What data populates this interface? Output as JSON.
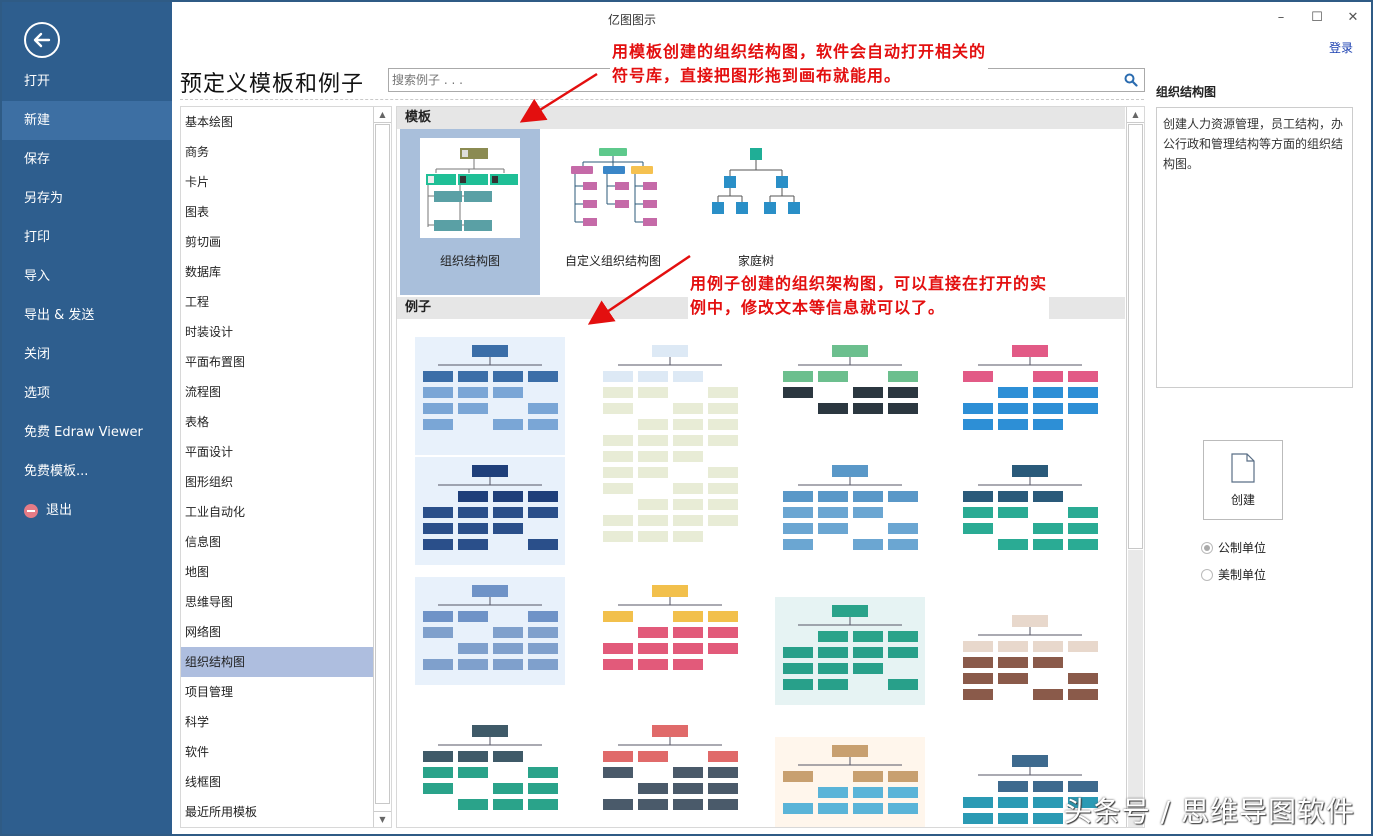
{
  "nav": {
    "back_label": "返回",
    "items": [
      {
        "label": "打开"
      },
      {
        "label": "新建",
        "active": true
      },
      {
        "label": "保存"
      },
      {
        "label": "另存为"
      },
      {
        "label": "打印"
      },
      {
        "label": "导入"
      },
      {
        "label": "导出 & 发送"
      },
      {
        "label": "关闭"
      },
      {
        "label": "选项"
      },
      {
        "label": "免费 Edraw Viewer"
      },
      {
        "label": "免费模板..."
      },
      {
        "label": "退出",
        "icon": "exit-icon"
      }
    ]
  },
  "window": {
    "title": "亿图图示",
    "minimize": "–",
    "maximize": "☐",
    "close": "✕",
    "login": "登录"
  },
  "page": {
    "heading": "预定义模板和例子",
    "search_placeholder": "搜索例子 . . ."
  },
  "categories": [
    "基本绘图",
    "商务",
    "卡片",
    "图表",
    "剪切画",
    "数据库",
    "工程",
    "时装设计",
    "平面布置图",
    "流程图",
    "表格",
    "平面设计",
    "图形组织",
    "工业自动化",
    "信息图",
    "地图",
    "思维导图",
    "网络图",
    "组织结构图",
    "项目管理",
    "科学",
    "软件",
    "线框图",
    "最近所用模板"
  ],
  "selected_category": "组织结构图",
  "gallery": {
    "templates_header": "模板",
    "templates": [
      {
        "label": "组织结构图",
        "selected": true
      },
      {
        "label": "自定义组织结构图"
      },
      {
        "label": "家庭树"
      }
    ],
    "examples_header": "例子",
    "examples": [
      {
        "name": "company-org-chart-photo-blue"
      },
      {
        "name": "tree-org-chart-horizontal"
      },
      {
        "name": "green-dark-org-chart"
      },
      {
        "name": "pink-blue-org-chart"
      },
      {
        "name": "navy-photo-org-chart"
      },
      {
        "name": "blue-box-org-chart"
      },
      {
        "name": "teal-photo-org-chart"
      },
      {
        "name": "light-blue-photo-org-chart"
      },
      {
        "name": "yellow-pink-vertical-banner-chart"
      },
      {
        "name": "hierarchical-org-chart"
      },
      {
        "name": "manufacturing-org-chart"
      },
      {
        "name": "teal-dark-boxes-chart"
      },
      {
        "name": "colorful-rounded-org-chart"
      },
      {
        "name": "brown-photo-horizontal-chart"
      },
      {
        "name": "blue-header-org-chart"
      }
    ]
  },
  "right_panel": {
    "title": "组织结构图",
    "description": "创建人力资源管理，员工结构，办公行政和管理结构等方面的组织结构图。",
    "create_label": "创建",
    "units": [
      {
        "label": "公制单位",
        "checked": true
      },
      {
        "label": "美制单位",
        "checked": false
      }
    ]
  },
  "annotations": {
    "top": "用模板创建的组织结构图，软件会自动打开相关的\n符号库，直接把图形拖到画布就能用。",
    "middle": "用例子创建的组织架构图，可以直接在打开的实\n例中，修改文本等信息就可以了。",
    "color": "#e30f0f"
  },
  "watermark": "头条号 / 思维导图软件"
}
